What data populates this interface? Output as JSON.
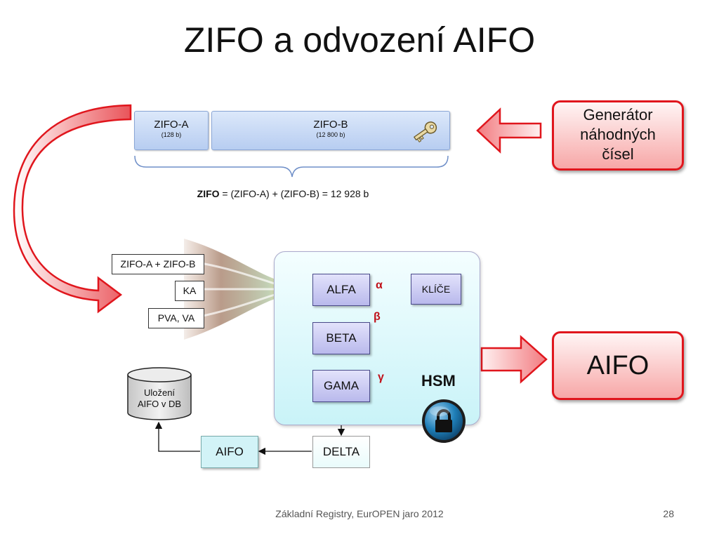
{
  "title": "ZIFO a odvození AIFO",
  "zifo": {
    "a_name": "ZIFO-A",
    "a_size": "(128 b)",
    "b_name": "ZIFO-B",
    "b_size": "(12 800 b)"
  },
  "formula": {
    "bold": "ZIFO",
    "rest": " = (ZIFO-A) + (ZIFO-B) = 12 928 b"
  },
  "generator": {
    "line1": "Generátor",
    "line2": "náhodných",
    "line3": "čísel"
  },
  "inputs": [
    "ZIFO-A + ZIFO-B",
    "KA",
    "PVA, VA"
  ],
  "hsm": {
    "label": "HSM",
    "alfa": "ALFA",
    "beta": "BETA",
    "gama": "GAMA",
    "klice": "KLÍČE",
    "alpha": "α",
    "beta_sym": "β",
    "gamma": "γ"
  },
  "delta": "DELTA",
  "aifo_small": "AIFO",
  "aifo_big": "AIFO",
  "database": {
    "line1": "Uložení",
    "line2": "AIFO v DB"
  },
  "footer": {
    "text": "Základní Registry, EurOPEN jaro 2012",
    "page": "28"
  },
  "colors": {
    "red_border": "#e0161d",
    "dark_red_text": "#c0111a",
    "blue_box": "#b7cdf1",
    "hsm_bg": "#c9f3f8"
  }
}
